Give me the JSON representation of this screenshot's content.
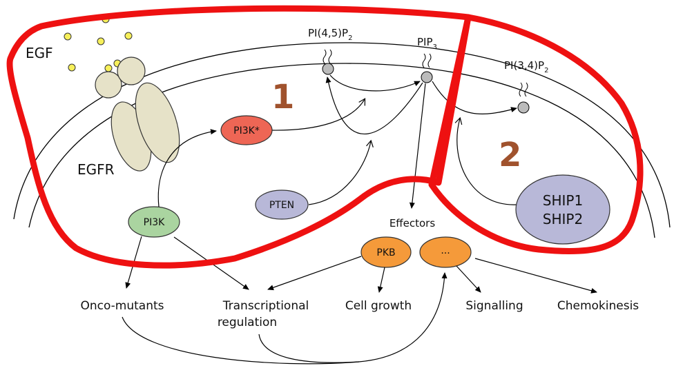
{
  "labels": {
    "egf": "EGF",
    "egfr": "EGFR",
    "pip2_45": "PI(4,5)P",
    "pip2_45_sub": "2",
    "pip3": "PIP",
    "pip3_sub": "3",
    "pip2_34": "PI(3,4)P",
    "pip2_34_sub": "2",
    "region1": "1",
    "region2": "2",
    "pi3k_active": "PI3K*",
    "pi3k": "PI3K",
    "pten": "PTEN",
    "ship1": "SHIP1",
    "ship2": "SHIP2",
    "effectors": "Effectors",
    "pkb": "PKB",
    "other_effector": "...",
    "onco": "Onco-mutants",
    "transcriptional": "Transcriptional",
    "regulation": "regulation",
    "cell_growth": "Cell growth",
    "signalling": "Signalling",
    "chemokinesis": "Chemokinesis"
  },
  "colors": {
    "highlight": "#ee1111",
    "pi3k_active": "#ee6655",
    "pi3k": "#aad4a0",
    "pten": "#b8b8d8",
    "ship": "#b8b8d8",
    "effector": "#f59a3a",
    "receptor": "#e6e2c8",
    "ligand": "#f7f05a",
    "lipid_head": "#bbbbbb",
    "number": "#a0522d"
  }
}
